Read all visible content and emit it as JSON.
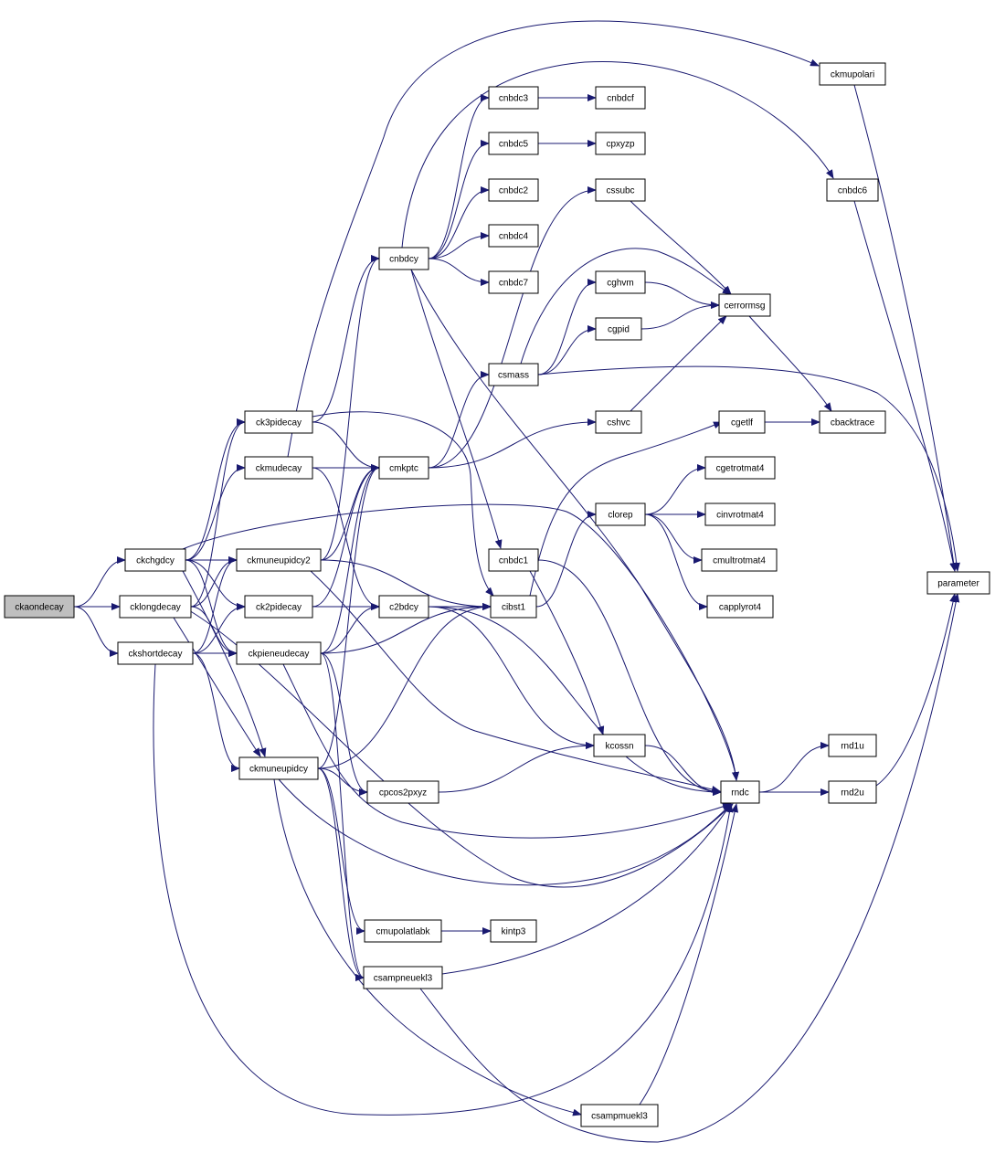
{
  "graph": {
    "nodes": [
      {
        "id": "ckaondecay",
        "label": "ckaondecay",
        "highlight": true
      },
      {
        "id": "ckchgdcy",
        "label": "ckchgdcy"
      },
      {
        "id": "cklongdecay",
        "label": "cklongdecay"
      },
      {
        "id": "ckshortdecay",
        "label": "ckshortdecay"
      },
      {
        "id": "ck3pidecay",
        "label": "ck3pidecay"
      },
      {
        "id": "ckmudecay",
        "label": "ckmudecay"
      },
      {
        "id": "ckmuneupidcy2",
        "label": "ckmuneupidcy2"
      },
      {
        "id": "ck2pidecay",
        "label": "ck2pidecay"
      },
      {
        "id": "ckpieneudecay",
        "label": "ckpieneudecay"
      },
      {
        "id": "ckmuneupidcy",
        "label": "ckmuneupidcy"
      },
      {
        "id": "cnbdcy",
        "label": "cnbdcy"
      },
      {
        "id": "cmkptc",
        "label": "cmkptc"
      },
      {
        "id": "c2bdcy",
        "label": "c2bdcy"
      },
      {
        "id": "cpcos2pxyz",
        "label": "cpcos2pxyz"
      },
      {
        "id": "cmupolatlabk",
        "label": "cmupolatlabk"
      },
      {
        "id": "csampneuekl3",
        "label": "csampneuekl3"
      },
      {
        "id": "cnbdc3",
        "label": "cnbdc3"
      },
      {
        "id": "cnbdc5",
        "label": "cnbdc5"
      },
      {
        "id": "cnbdc2",
        "label": "cnbdc2"
      },
      {
        "id": "cnbdc4",
        "label": "cnbdc4"
      },
      {
        "id": "cnbdc7",
        "label": "cnbdc7"
      },
      {
        "id": "csmass",
        "label": "csmass"
      },
      {
        "id": "cnbdc1",
        "label": "cnbdc1"
      },
      {
        "id": "cibst1",
        "label": "cibst1"
      },
      {
        "id": "kintp3",
        "label": "kintp3"
      },
      {
        "id": "cnbdcf",
        "label": "cnbdcf"
      },
      {
        "id": "cpxyzp",
        "label": "cpxyzp"
      },
      {
        "id": "cssubc",
        "label": "cssubc"
      },
      {
        "id": "cghvm",
        "label": "cghvm"
      },
      {
        "id": "cgpid",
        "label": "cgpid"
      },
      {
        "id": "cshvc",
        "label": "cshvc"
      },
      {
        "id": "clorep",
        "label": "clorep"
      },
      {
        "id": "kcossn",
        "label": "kcossn"
      },
      {
        "id": "csampmuekl3",
        "label": "csampmuekl3"
      },
      {
        "id": "cerrormsg",
        "label": "cerrormsg"
      },
      {
        "id": "cgetlf",
        "label": "cgetlf"
      },
      {
        "id": "cgetrotmat4",
        "label": "cgetrotmat4"
      },
      {
        "id": "cinvrotmat4",
        "label": "cinvrotmat4"
      },
      {
        "id": "cmultrotmat4",
        "label": "cmultrotmat4"
      },
      {
        "id": "capplyrot4",
        "label": "capplyrot4"
      },
      {
        "id": "rndc",
        "label": "rndc"
      },
      {
        "id": "ckmupolari",
        "label": "ckmupolari"
      },
      {
        "id": "cnbdc6",
        "label": "cnbdc6"
      },
      {
        "id": "cbacktrace",
        "label": "cbacktrace"
      },
      {
        "id": "rnd1u",
        "label": "rnd1u"
      },
      {
        "id": "rnd2u",
        "label": "rnd2u"
      },
      {
        "id": "parameter",
        "label": "parameter"
      }
    ],
    "edges": [
      {
        "from": "ckaondecay",
        "to": "ckchgdcy"
      },
      {
        "from": "ckaondecay",
        "to": "cklongdecay"
      },
      {
        "from": "ckaondecay",
        "to": "ckshortdecay"
      },
      {
        "from": "ckchgdcy",
        "to": "ck3pidecay"
      },
      {
        "from": "ckchgdcy",
        "to": "ckmudecay"
      },
      {
        "from": "ckchgdcy",
        "to": "ckmuneupidcy2"
      },
      {
        "from": "ckchgdcy",
        "to": "ck2pidecay"
      },
      {
        "from": "ckchgdcy",
        "to": "ckpieneudecay"
      },
      {
        "from": "ckchgdcy",
        "to": "ckmuneupidcy"
      },
      {
        "from": "ckchgdcy",
        "to": "rndc"
      },
      {
        "from": "cklongdecay",
        "to": "ck3pidecay"
      },
      {
        "from": "cklongdecay",
        "to": "ckmuneupidcy2"
      },
      {
        "from": "cklongdecay",
        "to": "ckpieneudecay"
      },
      {
        "from": "cklongdecay",
        "to": "ckmuneupidcy"
      },
      {
        "from": "cklongdecay",
        "to": "rndc"
      },
      {
        "from": "ckshortdecay",
        "to": "ckmuneupidcy2"
      },
      {
        "from": "ckshortdecay",
        "to": "ck2pidecay"
      },
      {
        "from": "ckshortdecay",
        "to": "ckpieneudecay"
      },
      {
        "from": "ckshortdecay",
        "to": "ckmuneupidcy"
      },
      {
        "from": "ckshortdecay",
        "to": "rndc"
      },
      {
        "from": "ck3pidecay",
        "to": "cnbdcy"
      },
      {
        "from": "ck3pidecay",
        "to": "cmkptc"
      },
      {
        "from": "ck3pidecay",
        "to": "cibst1"
      },
      {
        "from": "ckmudecay",
        "to": "ckmupolari"
      },
      {
        "from": "ckmudecay",
        "to": "cmkptc"
      },
      {
        "from": "ckmudecay",
        "to": "c2bdcy"
      },
      {
        "from": "ckmuneupidcy2",
        "to": "cnbdcy"
      },
      {
        "from": "ckmuneupidcy2",
        "to": "cmkptc"
      },
      {
        "from": "ckmuneupidcy2",
        "to": "cibst1"
      },
      {
        "from": "ckmuneupidcy2",
        "to": "rndc"
      },
      {
        "from": "ck2pidecay",
        "to": "cmkptc"
      },
      {
        "from": "ck2pidecay",
        "to": "c2bdcy"
      },
      {
        "from": "ckpieneudecay",
        "to": "cmkptc"
      },
      {
        "from": "ckpieneudecay",
        "to": "c2bdcy"
      },
      {
        "from": "ckpieneudecay",
        "to": "cibst1"
      },
      {
        "from": "ckpieneudecay",
        "to": "cpcos2pxyz"
      },
      {
        "from": "ckpieneudecay",
        "to": "csampneuekl3"
      },
      {
        "from": "ckpieneudecay",
        "to": "rndc"
      },
      {
        "from": "ckmuneupidcy",
        "to": "cmkptc"
      },
      {
        "from": "ckmuneupidcy",
        "to": "cibst1"
      },
      {
        "from": "ckmuneupidcy",
        "to": "cpcos2pxyz"
      },
      {
        "from": "ckmuneupidcy",
        "to": "cmupolatlabk"
      },
      {
        "from": "ckmuneupidcy",
        "to": "csampneuekl3"
      },
      {
        "from": "ckmuneupidcy",
        "to": "csampmuekl3"
      },
      {
        "from": "ckmuneupidcy",
        "to": "rndc"
      },
      {
        "from": "cnbdcy",
        "to": "cnbdc3"
      },
      {
        "from": "cnbdcy",
        "to": "cnbdc5"
      },
      {
        "from": "cnbdcy",
        "to": "cnbdc2"
      },
      {
        "from": "cnbdcy",
        "to": "cnbdc4"
      },
      {
        "from": "cnbdcy",
        "to": "cnbdc7"
      },
      {
        "from": "cnbdcy",
        "to": "cnbdc6"
      },
      {
        "from": "cnbdcy",
        "to": "cnbdc1"
      },
      {
        "from": "cnbdcy",
        "to": "rndc"
      },
      {
        "from": "cnbdc3",
        "to": "cnbdcf"
      },
      {
        "from": "cnbdc5",
        "to": "cpxyzp"
      },
      {
        "from": "cmkptc",
        "to": "cssubc"
      },
      {
        "from": "cmkptc",
        "to": "csmass"
      },
      {
        "from": "cmkptc",
        "to": "cshvc"
      },
      {
        "from": "csmass",
        "to": "cghvm"
      },
      {
        "from": "csmass",
        "to": "cgpid"
      },
      {
        "from": "csmass",
        "to": "cerrormsg"
      },
      {
        "from": "csmass",
        "to": "parameter"
      },
      {
        "from": "cssubc",
        "to": "cerrormsg"
      },
      {
        "from": "cghvm",
        "to": "cerrormsg"
      },
      {
        "from": "cgpid",
        "to": "cerrormsg"
      },
      {
        "from": "cshvc",
        "to": "cerrormsg"
      },
      {
        "from": "cerrormsg",
        "to": "cbacktrace"
      },
      {
        "from": "cgetlf",
        "to": "cbacktrace"
      },
      {
        "from": "c2bdcy",
        "to": "cibst1"
      },
      {
        "from": "c2bdcy",
        "to": "kcossn"
      },
      {
        "from": "c2bdcy",
        "to": "rndc"
      },
      {
        "from": "cnbdc1",
        "to": "kcossn"
      },
      {
        "from": "cnbdc1",
        "to": "rndc"
      },
      {
        "from": "cibst1",
        "to": "clorep"
      },
      {
        "from": "cibst1",
        "to": "cgetlf"
      },
      {
        "from": "clorep",
        "to": "cgetrotmat4"
      },
      {
        "from": "clorep",
        "to": "cinvrotmat4"
      },
      {
        "from": "clorep",
        "to": "cmultrotmat4"
      },
      {
        "from": "clorep",
        "to": "capplyrot4"
      },
      {
        "from": "cpcos2pxyz",
        "to": "kcossn"
      },
      {
        "from": "kcossn",
        "to": "rndc"
      },
      {
        "from": "cmupolatlabk",
        "to": "kintp3"
      },
      {
        "from": "csampneuekl3",
        "to": "rndc"
      },
      {
        "from": "csampneuekl3",
        "to": "parameter"
      },
      {
        "from": "csampmuekl3",
        "to": "rndc"
      },
      {
        "from": "rndc",
        "to": "rnd1u"
      },
      {
        "from": "rndc",
        "to": "rnd2u"
      },
      {
        "from": "rnd2u",
        "to": "parameter"
      },
      {
        "from": "ckmupolari",
        "to": "parameter"
      },
      {
        "from": "cnbdc6",
        "to": "parameter"
      }
    ]
  },
  "colors": {
    "edge": "#191970",
    "root_fill": "#bfbfbf",
    "node_fill": "#ffffff",
    "node_stroke": "#000000"
  }
}
